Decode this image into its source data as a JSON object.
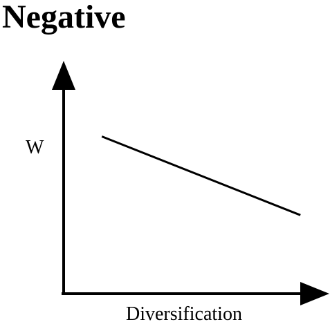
{
  "chart_data": {
    "type": "line",
    "title": "Negative",
    "xlabel": "Diversification",
    "ylabel": "W",
    "xlim": [
      0,
      1
    ],
    "ylim": [
      0,
      1
    ],
    "grid": false,
    "series": [
      {
        "x": [
          0.15,
          0.93
        ],
        "y": [
          0.7,
          0.35
        ]
      }
    ],
    "colors": {
      "ink": "#000000",
      "background": "#ffffff"
    }
  }
}
